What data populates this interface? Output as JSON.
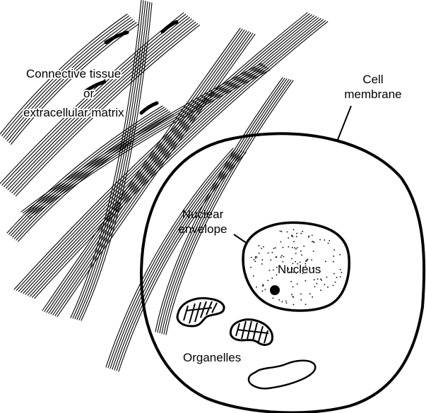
{
  "labels": {
    "connective_line1": "Connective tissue",
    "connective_line2": "or",
    "connective_line3": "extracellular matrix",
    "cell_membrane_line1": "Cell",
    "cell_membrane_line2": "membrane",
    "nuclear_envelope_line1": "Nuclear",
    "nuclear_envelope_line2": "envelope",
    "nucleus": "Nucleus",
    "organelles": "Organelles"
  },
  "colors": {
    "ink": "#000000",
    "paper": "#ffffff"
  }
}
